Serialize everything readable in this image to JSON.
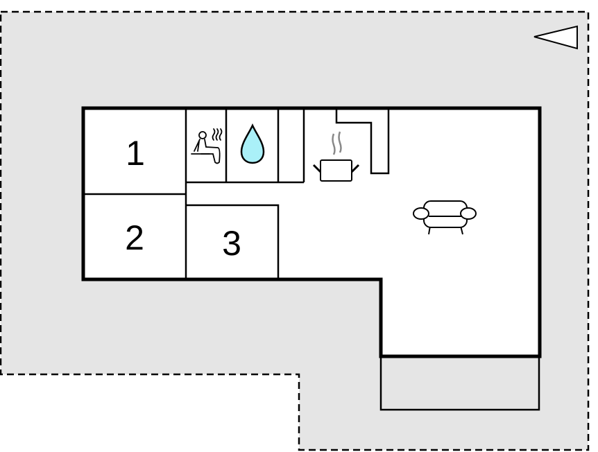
{
  "plan": {
    "rooms": [
      {
        "id": "bedroom-1",
        "label": "1"
      },
      {
        "id": "bedroom-2",
        "label": "2"
      },
      {
        "id": "bedroom-3",
        "label": "3"
      }
    ],
    "icons": {
      "sauna": "sauna-icon",
      "bathroom": "water-drop-icon",
      "kitchen": "cooking-pot-icon",
      "living": "sofa-icon",
      "north": "north-arrow-icon"
    },
    "colors": {
      "plot": "#e5e5e5",
      "wall": "#000000",
      "room": "#ffffff",
      "water": "#aaf0f8",
      "steam": "#888888"
    }
  }
}
